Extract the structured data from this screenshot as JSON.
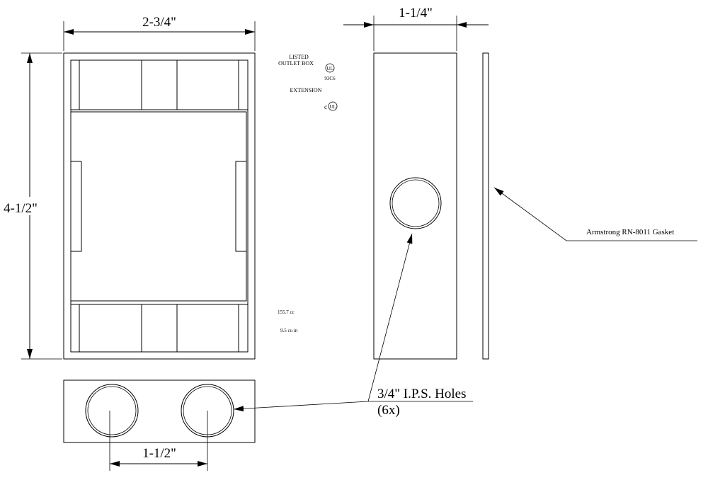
{
  "dimensions": {
    "front_width": "2-3/4\"",
    "front_height": "4-1/2\"",
    "side_depth": "1-1/4\"",
    "hole_spacing": "1-1/2\""
  },
  "labels": {
    "listed_line1": "LISTED",
    "listed_line2": "OUTLET BOX",
    "ul_code": "93C6",
    "extension": "EXTENSION",
    "volume_cc": "155.7 cc",
    "volume_cuin": "9.5 cu in",
    "gasket": "Armstrong RN-8011 Gasket",
    "holes_line1": "3/4\" I.P.S. Holes",
    "holes_line2": "(6x)"
  },
  "logos": [
    "UL listed mark",
    "cUL mark"
  ]
}
